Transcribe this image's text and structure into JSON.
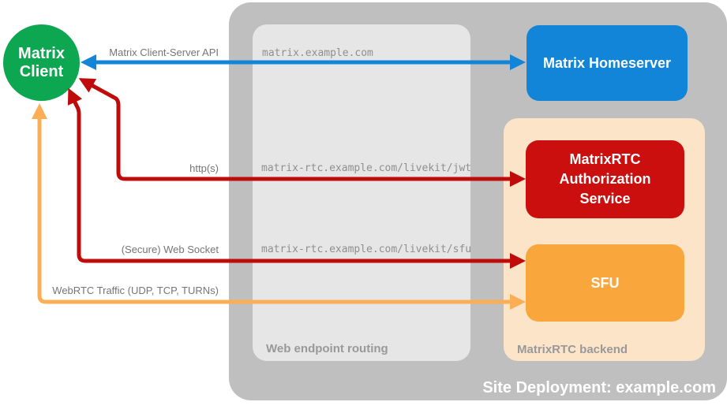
{
  "client": {
    "line1": "Matrix",
    "line2": "Client",
    "color": "#0CA750"
  },
  "deployment": {
    "title": "Site Deployment: example.com",
    "bg": "#BFBFBF",
    "title_color": "#FFFFFF"
  },
  "routing": {
    "label": "Web endpoint routing",
    "bg": "#E6E6E6",
    "endpoints": [
      "matrix.example.com",
      "matrix-rtc.example.com/livekit/jwt",
      "matrix-rtc.example.com/livekit/sfu"
    ]
  },
  "backend": {
    "label": "MatrixRTC backend",
    "bg": "#FBE4C8"
  },
  "homeserver": {
    "label": "Matrix Homeserver",
    "bg": "#1285D8"
  },
  "auth_service": {
    "label": "MatrixRTC Authorization Service",
    "bg": "#CB0E0E"
  },
  "sfu": {
    "label": "SFU",
    "bg": "#F9A63C"
  },
  "arrows": [
    {
      "name": "matrix-client-server-api",
      "label": "Matrix Client-Server API",
      "color": "#1285D8",
      "from": "Matrix Client",
      "to": "Matrix Homeserver"
    },
    {
      "name": "https",
      "label": "http(s)",
      "color": "#C00B0B",
      "from": "Matrix Client",
      "to": "MatrixRTC Authorization Service"
    },
    {
      "name": "secure-web-socket",
      "label": "(Secure) Web Socket",
      "color": "#C00B0B",
      "from": "Matrix Client",
      "to": "SFU"
    },
    {
      "name": "webrtc-traffic",
      "label": "WebRTC Traffic (UDP, TCP, TURNs)",
      "color": "#FBAE55",
      "from": "Matrix Client",
      "to": "SFU"
    }
  ]
}
